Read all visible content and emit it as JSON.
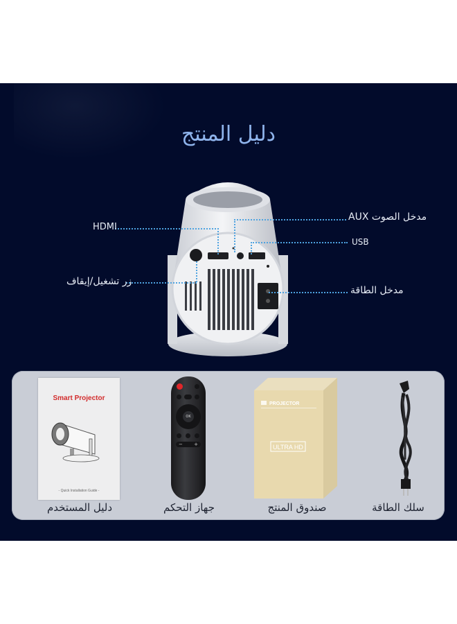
{
  "header": {
    "title": "دليل المنتج"
  },
  "ports": {
    "hdmi": "HDMI",
    "power_button": "زر تشغيل/إيقاف",
    "aux": "مدخل الصوت AUX",
    "usb": "USB",
    "power_input": "مدخل الطاقة"
  },
  "contents": {
    "items": [
      {
        "label": "دليل المستخدم",
        "icon": "manual-icon"
      },
      {
        "label": "جهاز التحكم",
        "icon": "remote-icon"
      },
      {
        "label": "صندوق المنتج",
        "icon": "box-icon"
      },
      {
        "label": "سلك الطاقة",
        "icon": "power-cord-icon"
      }
    ],
    "manual": {
      "title": "Smart Projector",
      "footer": "- Quick Installation Guide -"
    },
    "box": {
      "brand": "PROJECTOR",
      "badge": "ULTRA HD"
    },
    "remote": {
      "ok": "OK"
    }
  },
  "colors": {
    "background": "#020b2b",
    "title": "#8fb4ec",
    "leader_line": "#4ea3e0",
    "card": "#c9cdd6",
    "manual_title": "#d22b2b"
  }
}
